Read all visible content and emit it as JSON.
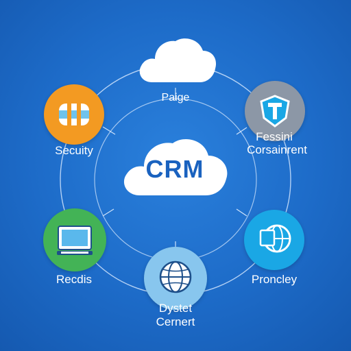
{
  "center": {
    "label": "CRM"
  },
  "top": {
    "label": "Paige"
  },
  "nodes": {
    "security": {
      "label": "Secuity",
      "color": "#f39a22",
      "icon": "bandage-icon"
    },
    "feature": {
      "line1": "Fessini",
      "line2": "Corsainrent",
      "color": "#8c97a6",
      "icon": "shield-icon"
    },
    "records": {
      "label": "Recdis",
      "color": "#43b356",
      "icon": "monitor-icon"
    },
    "proncley": {
      "label": "Proncley",
      "color": "#1aa7e5",
      "icon": "globe-screen-icon"
    },
    "dystet": {
      "line1": "Dystet",
      "line2": "Cernert",
      "color": "#88c6ee",
      "icon": "globe-icon"
    }
  },
  "colors": {
    "background": "#1f6fcc",
    "ring": "#cfe3fb",
    "text": "#ffffff",
    "accent": "#1a62bf"
  }
}
